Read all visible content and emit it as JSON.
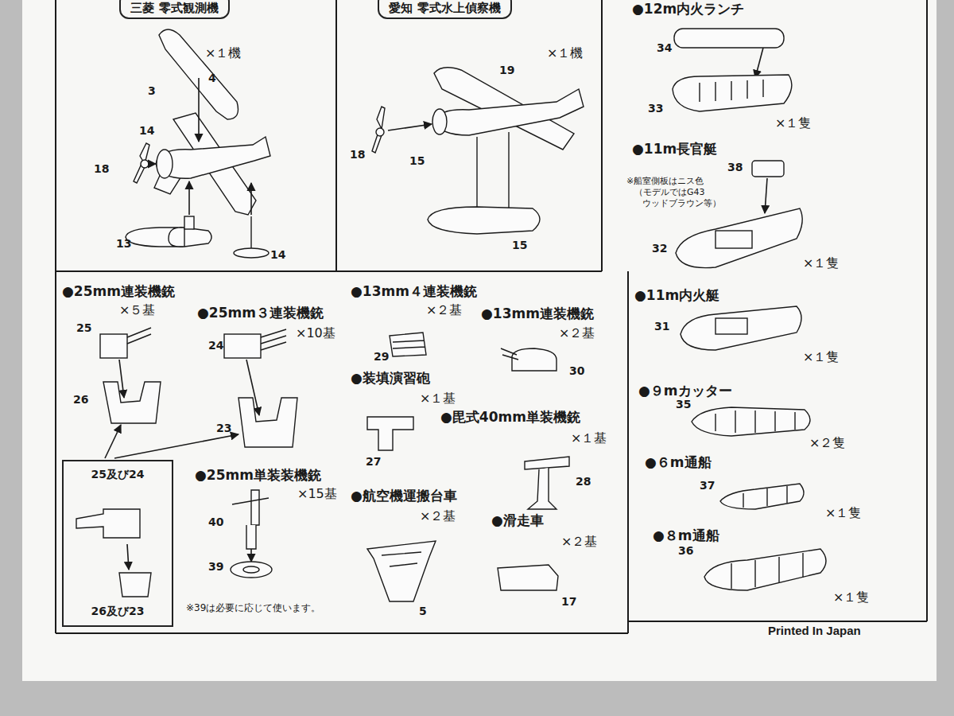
{
  "diagram": {
    "nodes": [
      {
        "text": [
          "三菱 零式観測機"
        ]
      },
      {
        "text": [
          "愛知 零式水上偵察機"
        ]
      },
      {
        "text": [
          "25及び24",
          "26及び23"
        ]
      }
    ],
    "labels": [
      "×１機",
      "4",
      "3",
      "14",
      "18",
      "13",
      "14",
      "×１機",
      "19",
      "18",
      "15",
      "15",
      "●12m内火ランチ",
      "34",
      "33",
      "×１隻",
      "●11m長官艇",
      "38",
      "※船室側板はニス色",
      "（モデルではG43",
      "ウッドブラウン等）",
      "32",
      "×１隻",
      "●11m内火艇",
      "31",
      "×１隻",
      "●９mカッター",
      "35",
      "×２隻",
      "●６m通船",
      "37",
      "×１隻",
      "●８m通船",
      "36",
      "×１隻",
      "Printed In Japan",
      "●25mm連装機銃",
      "×５基",
      "25",
      "●25mm３連装機銃",
      "×10基",
      "24",
      "26",
      "23",
      "●13mm４連装機銃",
      "×２基",
      "●13mm連装機銃",
      "×２基",
      "29",
      "30",
      "●装填演習砲",
      "×１基",
      "●毘式40mm単装機銃",
      "×１基",
      "27",
      "28",
      "●25mm単装装機銃",
      "×15基",
      "40",
      "39",
      "※39は必要に応じて使います。",
      "●航空機運搬台車",
      "×２基",
      "●滑走車",
      "×２基",
      "5",
      "17"
    ]
  }
}
